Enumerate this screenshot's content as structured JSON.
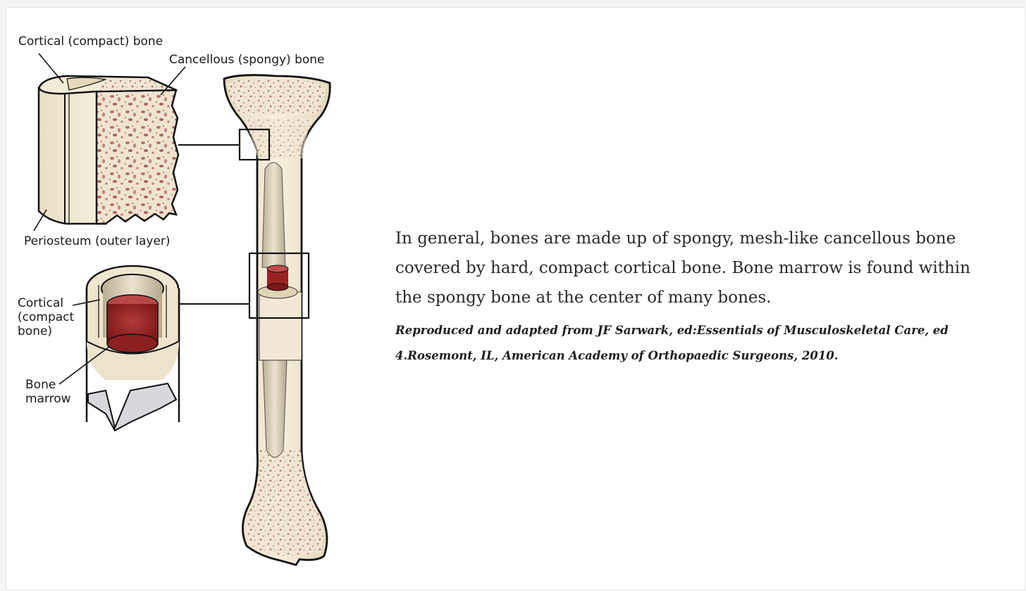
{
  "figure": {
    "labels": {
      "cortical_compact_bone": "Cortical (compact) bone",
      "cancellous_spongy_bone": "Cancellous (spongy) bone",
      "periosteum": "Periosteum (outer layer)",
      "cortical_line1": "Cortical",
      "cortical_line2": "(compact",
      "cortical_line3": "bone)",
      "bone_marrow_line1": "Bone",
      "bone_marrow_line2": "marrow"
    },
    "colors": {
      "bone": "#f1ead6",
      "bone_shade": "#ddd1b3",
      "spongy_speckle": "#b06a6a",
      "marrow": "#a52a2a",
      "cavity": "#cfc5ad",
      "outline": "#111111"
    }
  },
  "caption": {
    "main": "In general, bones are made up of spongy, mesh-like cancellous bone covered by hard, compact cortical bone. Bone marrow is found within the spongy bone at the center of many bones.",
    "credit": "Reproduced and adapted from JF Sarwark, ed:Essentials of Musculoskeletal Care, ed 4.Rosemont, IL, American Academy of Orthopaedic Surgeons, 2010."
  }
}
